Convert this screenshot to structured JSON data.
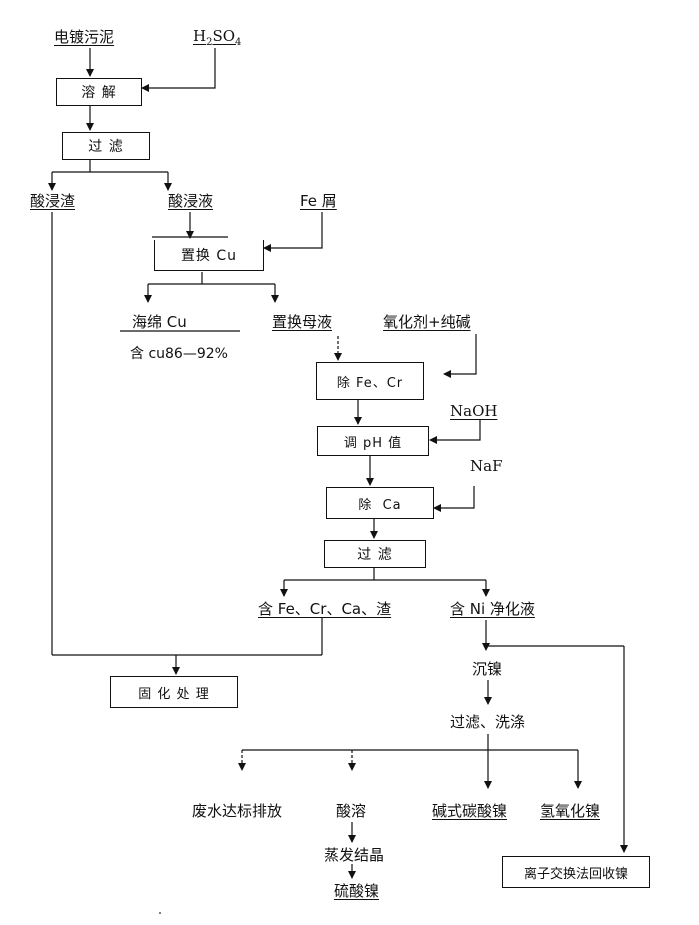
{
  "inputs": {
    "sludge": "电镀污泥",
    "acid": {
      "base": "H",
      "sub1": "2",
      "mid": "SO",
      "sub2": "4"
    },
    "fe_scrap": "Fe 屑",
    "oxidant_soda": "氧化剂+纯碱",
    "naoh": "NaOH",
    "naf": "NaF"
  },
  "steps": {
    "dissolve": "溶 解",
    "filter1": "过 滤",
    "replace_cu": "置换 Cu",
    "remove_fe_cr": "除 Fe、Cr",
    "adjust_ph": "调 pH 值",
    "remove_ca": "除  Ca",
    "filter2": "过 滤",
    "solidify": "固 化 处 理",
    "ion_exchange": "离子交换法回收镍"
  },
  "products": {
    "acid_residue": "酸浸渣",
    "acid_leachate": "酸浸液",
    "sponge_cu": "海绵 Cu",
    "cu_content": "含 cu86—92%",
    "replace_mother_liquor": "置换母液",
    "fe_cr_ca_residue": "含 Fe、Cr、Ca、渣",
    "ni_purified": "含 Ni 净化液",
    "precipitate_ni": "沉镍",
    "filter_wash": "过滤、洗涤",
    "wastewater": "废水达标排放",
    "acid_dissolve": "酸溶",
    "basic_ni_carbonate": "碱式碳酸镍",
    "ni_hydroxide": "氢氧化镍",
    "evaporate_crystallize": "蒸发结晶",
    "ni_sulfate": "硫酸镍"
  }
}
